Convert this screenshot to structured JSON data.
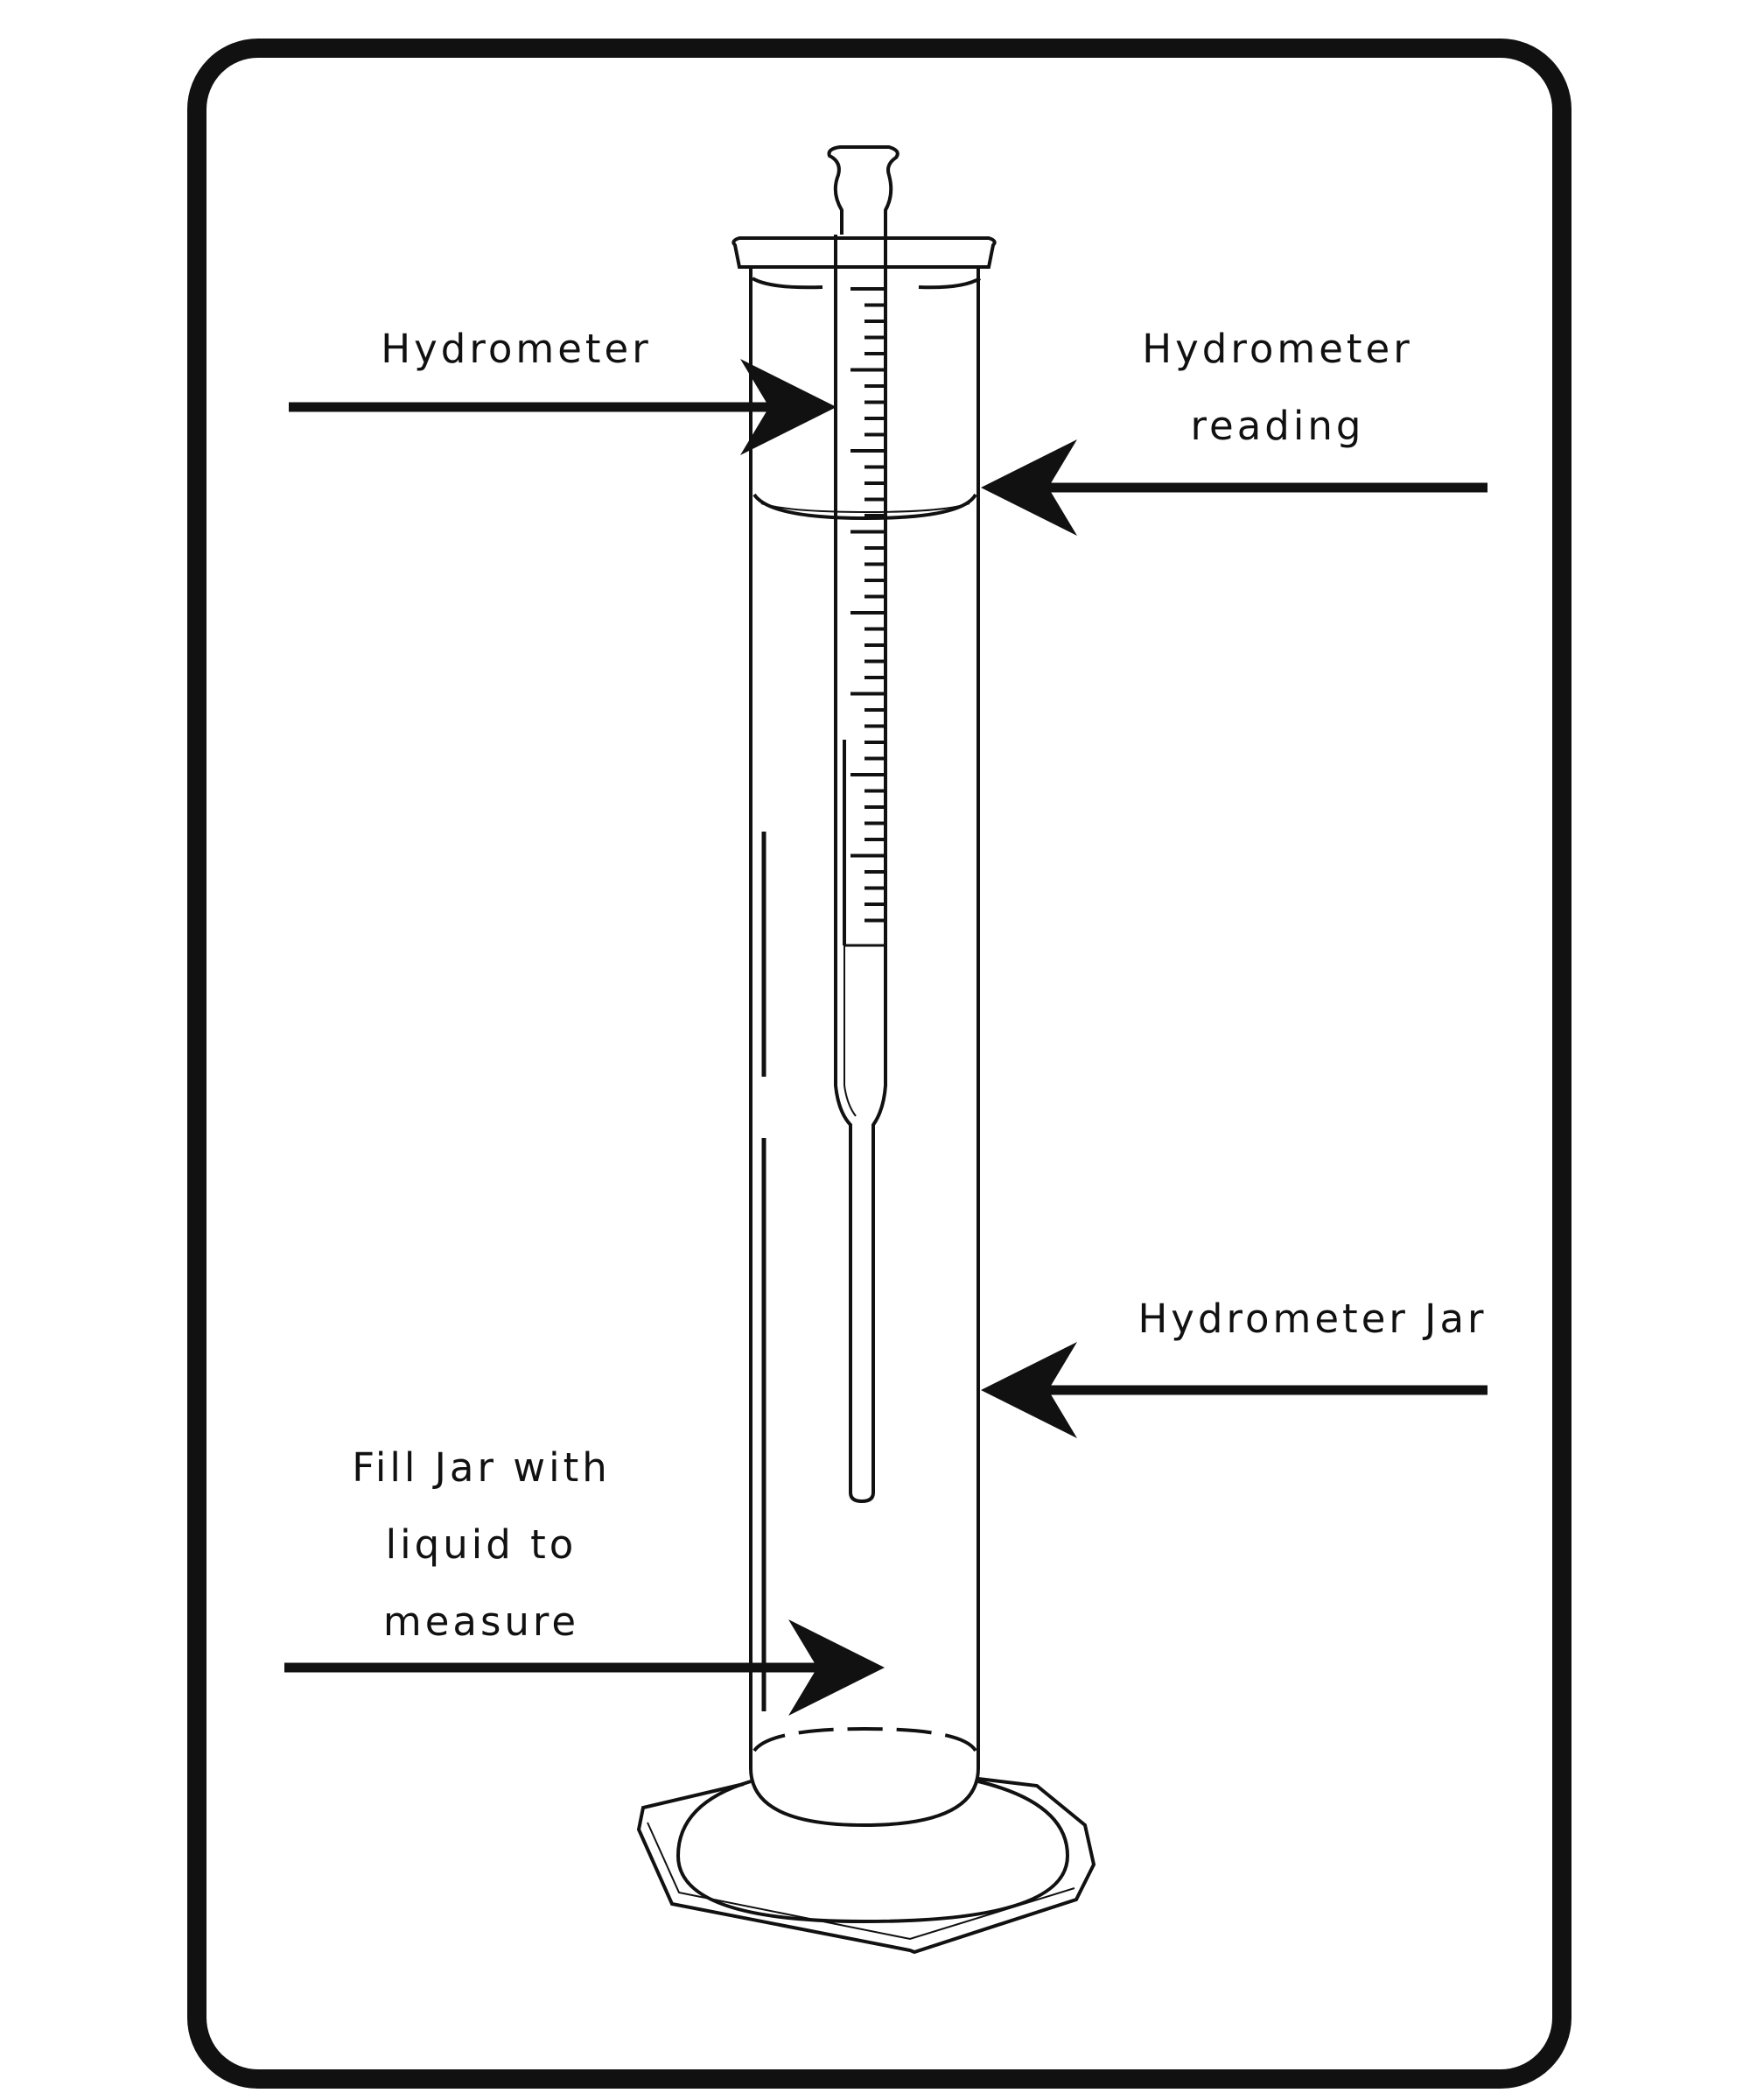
{
  "labels": {
    "hydrometer": "Hydrometer",
    "hydrometer_reading": "Hydrometer\nreading",
    "hydrometer_jar": "Hydrometer Jar",
    "fill_jar": "Fill Jar with\nliquid to\nmeasure"
  },
  "colors": {
    "ink": "#111111",
    "background": "#ffffff"
  }
}
